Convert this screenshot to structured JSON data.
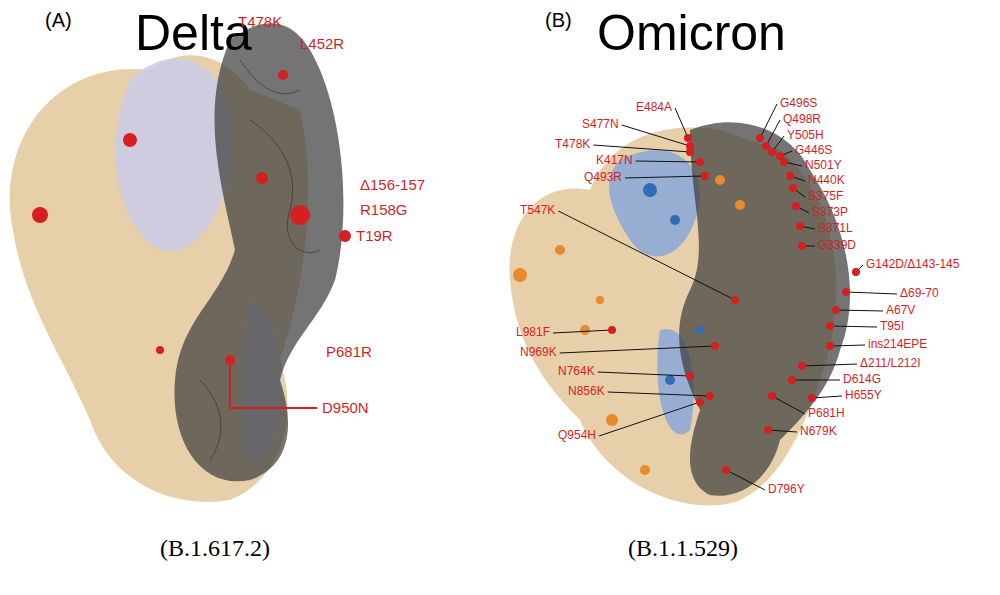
{
  "diagram": {
    "labels": [
      "(A)",
      "Delta",
      "(B)",
      "Omicron",
      "T478K",
      "L452R",
      "Δ156-157",
      "R158G",
      "T19R",
      "P681R",
      "D950N",
      "E484A",
      "G496S",
      "S477N",
      "Q498R",
      "Y505H",
      "T478K",
      "G446S",
      "N501Y",
      "K417N",
      "N440K",
      "Q493R",
      "S375F",
      "T547K",
      "S373P",
      "S371L",
      "G339D",
      "G142D/Δ143-145",
      "Δ69-70",
      "A67V",
      "T95I",
      "ins214EPE",
      "Δ211/L212I",
      "D614G",
      "L981F",
      "N969K",
      "N764K",
      "H655Y",
      "N856K",
      "P681H",
      "N679K",
      "Q954H",
      "D796Y",
      "(B.1.617.2)",
      "(B.1.1.529)"
    ]
  }
}
